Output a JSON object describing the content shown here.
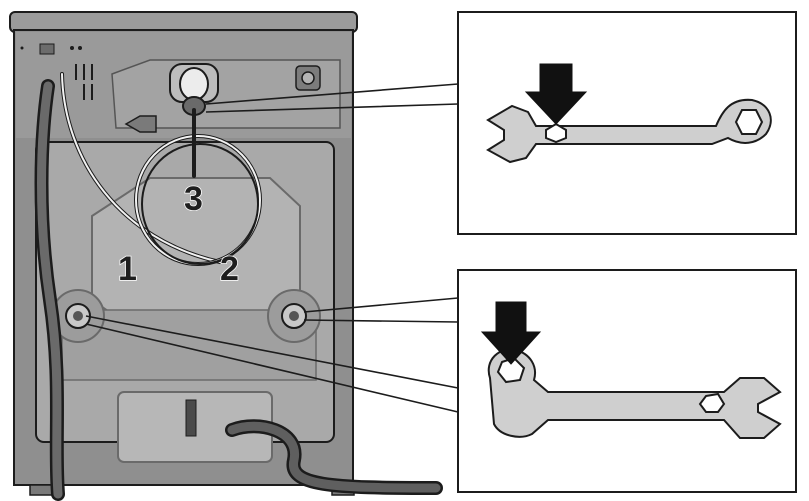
{
  "callouts": {
    "hose_1": "1",
    "hose_2": "2",
    "hose_3": "3"
  },
  "colors": {
    "outline": "#1c1c1c",
    "machine_body": "#8f8f8f",
    "panel": "#a9a9a9",
    "wrench": "#cfcfcf",
    "arrow": "#111111",
    "hose": "#5f5f5f"
  },
  "icons": {
    "top_panel_arrow": "down-arrow-icon",
    "bottom_panel_arrow": "down-arrow-icon",
    "top_panel_tool": "wrench-icon",
    "bottom_panel_tool": "wrench-icon"
  }
}
